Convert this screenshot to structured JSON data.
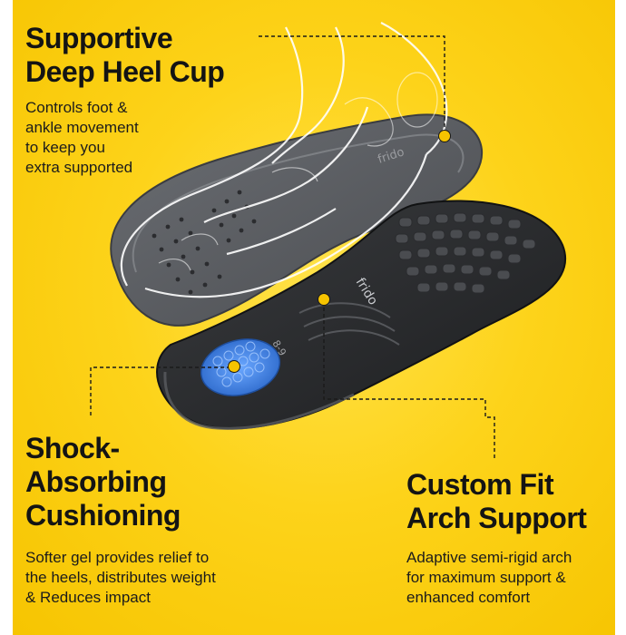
{
  "features": [
    {
      "heading": [
        "Supportive",
        "Deep Heel Cup"
      ],
      "body": [
        "Controls foot &",
        "ankle movement",
        "to keep you",
        "extra supported"
      ]
    },
    {
      "heading": [
        "Shock-",
        "Absorbing",
        "Cushioning"
      ],
      "body": [
        "Softer gel provides relief to",
        "the heels, distributes weight",
        "& Reduces impact"
      ]
    },
    {
      "heading": [
        "Custom Fit",
        "Arch Support"
      ],
      "body": [
        "Adaptive semi-rigid arch",
        "for maximum support &",
        "enhanced comfort"
      ]
    }
  ],
  "insole": {
    "brand_top": "frido",
    "brand_bottom": "frido",
    "size_mark": "8-9"
  },
  "colors": {
    "background": "#fdd31a",
    "text": "#141414",
    "insole_top": "#5b5e63",
    "insole_bottom": "#2c2e31",
    "gel": "#3d7fe0",
    "marker": "#f7c400"
  }
}
